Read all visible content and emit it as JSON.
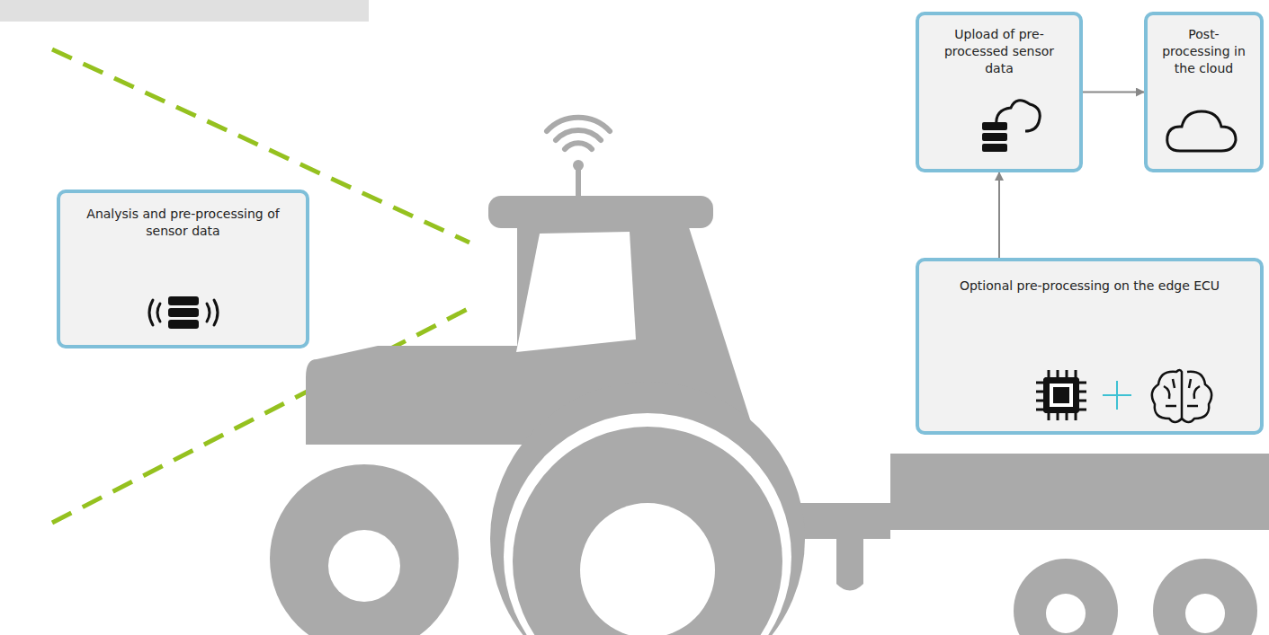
{
  "diagram": {
    "nodes": [
      {
        "text": [
          "Analysis and pre-processing of sensor data"
        ]
      },
      {
        "text": [
          "Upload of pre-processed sensor data"
        ]
      },
      {
        "text": [
          "Post-processing in the cloud"
        ]
      },
      {
        "text": [
          "Optional pre-processing on the edge ECU"
        ]
      }
    ],
    "edges": [
      {
        "from": 3,
        "to": 1,
        "arrow": "to"
      },
      {
        "from": 1,
        "to": 2,
        "arrow": "to"
      }
    ]
  }
}
